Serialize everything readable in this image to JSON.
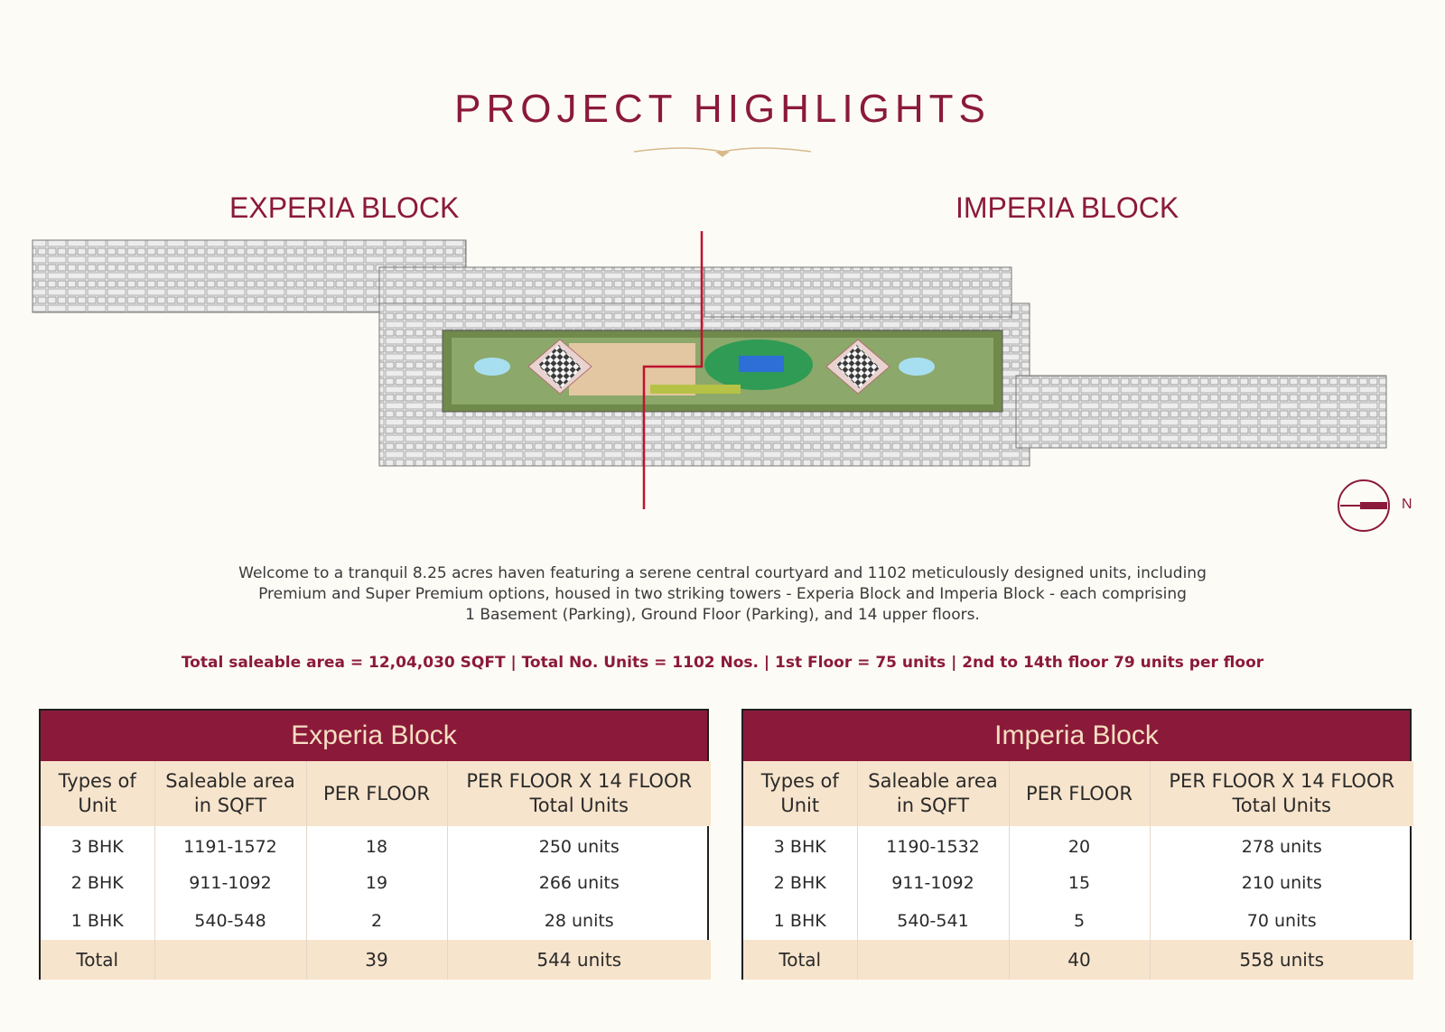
{
  "page": {
    "title": "PROJECT HIGHLIGHTS",
    "accent_color": "#8b1a3a",
    "header_fill_color": "#f7e4cc"
  },
  "site_plan": {
    "left_label": "EXPERIA BLOCK",
    "right_label": "IMPERIA BLOCK",
    "compass_label": "N"
  },
  "intro": {
    "line1": "Welcome to a tranquil 8.25 acres haven featuring a serene central courtyard and 1102 meticulously designed units, including",
    "line2": "Premium and Super Premium options, housed in two striking towers - Experia Block and Imperia Block - each comprising",
    "line3": "1 Basement (Parking), Ground Floor (Parking), and 14 upper floors."
  },
  "summary": "Total saleable area = 12,04,030 SQFT | Total No. Units  = 1102 Nos. | 1st Floor = 75 units | 2nd to 14th floor 79 units per floor",
  "tables": {
    "experia": {
      "title": "Experia Block",
      "headers": {
        "c1a": "Types of",
        "c1b": "Unit",
        "c2a": "Saleable area",
        "c2b": "in SQFT",
        "c3": "PER FLOOR",
        "c4a": "PER FLOOR X 14 FLOOR",
        "c4b": "Total Units"
      },
      "rows": [
        {
          "type": "3 BHK",
          "area": "1191-1572",
          "per_floor": "18",
          "total": "250 units"
        },
        {
          "type": "2 BHK",
          "area": "911-1092",
          "per_floor": "19",
          "total": "266 units"
        },
        {
          "type": "1 BHK",
          "area": "540-548",
          "per_floor": "2",
          "total": "28 units"
        }
      ],
      "footer": {
        "label": "Total",
        "area": "",
        "per_floor": "39",
        "total": "544 units"
      }
    },
    "imperia": {
      "title": "Imperia Block",
      "headers": {
        "c1a": "Types of",
        "c1b": "Unit",
        "c2a": "Saleable area",
        "c2b": "in SQFT",
        "c3": "PER FLOOR",
        "c4a": "PER FLOOR X 14 FLOOR",
        "c4b": "Total Units"
      },
      "rows": [
        {
          "type": "3 BHK",
          "area": "1190-1532",
          "per_floor": "20",
          "total": "278 units"
        },
        {
          "type": "2 BHK",
          "area": "911-1092",
          "per_floor": "15",
          "total": "210 units"
        },
        {
          "type": "1 BHK",
          "area": "540-541",
          "per_floor": "5",
          "total": "70 units"
        }
      ],
      "footer": {
        "label": "Total",
        "area": "",
        "per_floor": "40",
        "total": "558 units"
      }
    }
  }
}
